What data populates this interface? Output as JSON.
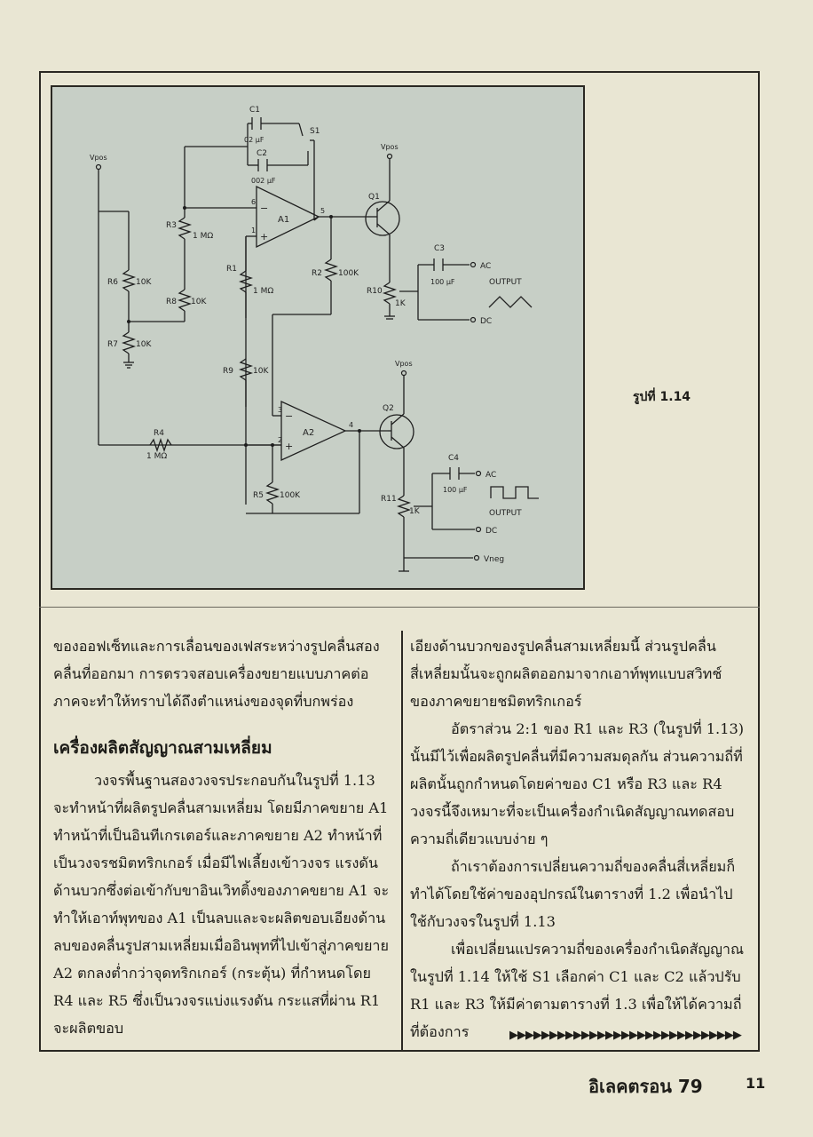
{
  "figure": {
    "caption": "รูปที่ 1.14",
    "labels": {
      "c1": "C1",
      "c1_value": "02 µF",
      "c2": "C2",
      "c2_value": "002 µF",
      "s1": "S1",
      "vpos_1": "Vpos",
      "vpos_2": "Vpos",
      "vpos_3": "Vpos",
      "q1": "Q1",
      "q2": "Q2",
      "a1": "A1",
      "a2": "A2",
      "r1": "R1",
      "r1_value": "1 MΩ",
      "r2": "R2",
      "r2_value": "100K",
      "r3": "R3",
      "r3_value": "1 MΩ",
      "r4": "R4",
      "r4_value": "1 MΩ",
      "r5": "R5",
      "r5_value": "100K",
      "r6": "R6",
      "r6_value": "10K",
      "r7": "R7",
      "r7_value": "10K",
      "r8": "R8",
      "r8_value": "10K",
      "r9": "R9",
      "r9_value": "10K",
      "r10": "R10",
      "r10_value": "1K",
      "r11": "R11",
      "r11_value": "1K",
      "c3": "C3",
      "c3_value": "100 µF",
      "c4": "C4",
      "c4_value": "100 µF",
      "ac_1": "AC",
      "dc_1": "DC",
      "ac_2": "AC",
      "dc_2": "DC",
      "output_1": "OUTPUT",
      "output_2": "OUTPUT",
      "vneg": "Vneg",
      "pin_6": "6",
      "pin_1": "1",
      "pin_5": "5",
      "pin_3": "3",
      "pin_2": "2",
      "pin_4": "4",
      "minus_1": "−",
      "plus_1": "+",
      "minus_2": "−",
      "plus_2": "+"
    }
  },
  "text": {
    "left_p1": "ของออฟเซ็ทและการเลื่อนของเฟสระหว่างรูปคลื่นสองคลื่นที่ออกมา การตรวจสอบเครื่องขยายแบบภาคต่อภาคจะทำให้ทราบได้ถึงตำแหน่งของจุดที่บกพร่อง",
    "left_heading": "เครื่องผลิตสัญญาณสามเหลี่ยม",
    "left_p2": "วงจรพื้นฐานสองวงจรประกอบกันในรูปที่ 1.13 จะทำหน้าที่ผลิตรูปคลื่นสามเหลี่ยม โดยมีภาคขยาย A1 ทำหน้าที่เป็นอินทีเกรเตอร์และภาคขยาย A2 ทำหน้าที่เป็นวงจรชมิตทริกเกอร์ เมื่อมีไฟเลี้ยงเข้าวงจร แรงดันด้านบวกซึ่งต่อเข้ากับขาอินเวิทติ้งของภาคขยาย A1 จะทำให้เอาท์พุทของ A1 เป็นลบและจะผลิตขอบเอียงด้านลบของคลื่นรูปสามเหลี่ยมเมื่ออินพุทที่ไปเข้าสู่ภาคขยาย A2 ตกลงต่ำกว่าจุดทริกเกอร์ (กระตุ้น) ที่กำหนดโดย R4 และ R5 ซึ่งเป็นวงจรแบ่งแรงดัน กระแสที่ผ่าน R1 จะผลิตขอบ",
    "right_p1": "เอียงด้านบวกของรูปคลื่นสามเหลี่ยมนี้ ส่วนรูปคลื่นสี่เหลี่ยมนั้นจะถูกผลิตออกมาจากเอาท์พุทแบบสวิทช์ของภาคขยายชมิตทริกเกอร์",
    "right_p2": "อัตราส่วน 2:1 ของ R1 และ R3 (ในรูปที่ 1.13) นั้นมีไว้เพื่อผลิตรูปคลื่นที่มีความสมดุลกัน ส่วนความถี่ที่ผลิตนั้นถูกกำหนดโดยค่าของ C1 หรือ R3 และ R4 วงจรนี้จึงเหมาะที่จะเป็นเครื่องกำเนิดสัญญาณทดสอบความถี่เดียวแบบง่าย ๆ",
    "right_p3": "ถ้าเราต้องการเปลี่ยนความถี่ของคลื่นสี่เหลี่ยมก็ทำได้โดยใช้ค่าของอุปกรณ์ในตารางที่ 1.2 เพื่อนำไปใช้กับวงจรในรูปที่ 1.13",
    "right_p4": "เพื่อเปลี่ยนแปรความถี่ของเครื่องกำเนิดสัญญาณในรูปที่ 1.14 ให้ใช้ S1 เลือกค่า C1 และ C2 แล้วปรับ R1 และ R3 ให้มีค่าตามตารางที่ 1.3 เพื่อให้ได้ความถี่ที่ต้องการ",
    "arrows": "▶▶▶▶▶▶▶▶▶▶▶▶▶▶▶▶▶▶▶▶▶▶▶▶▶▶▶▶▶"
  },
  "footer": {
    "magazine": "อิเลคตรอน 79",
    "page": "11"
  }
}
